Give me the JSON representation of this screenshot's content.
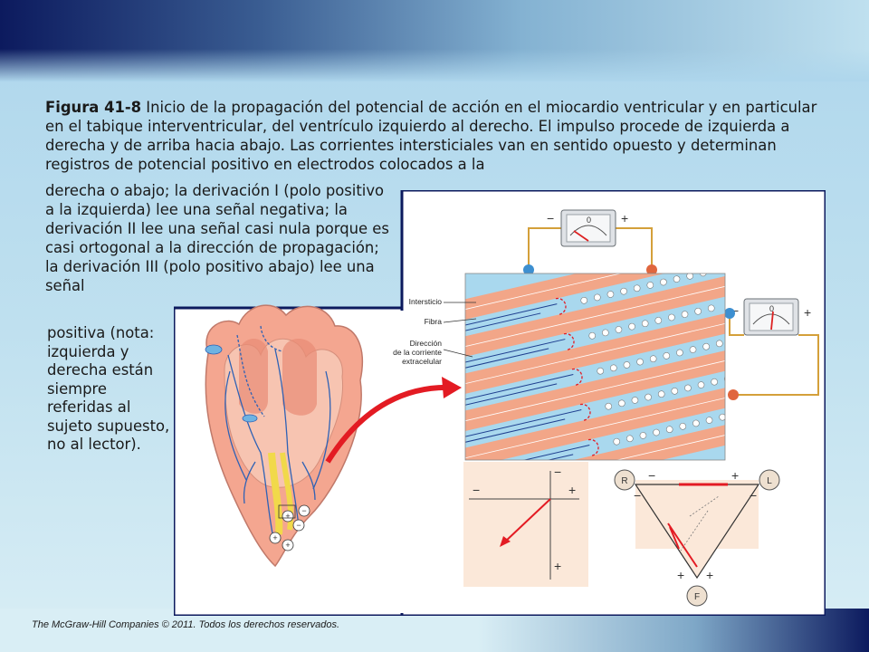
{
  "caption": {
    "figure_label": "Figura 41-8",
    "text_line1": " Inicio de la propagación del potencial de acción en el miocardio ventricular y en particular en el tabique interventricular, del ventrículo izquierdo al derecho. El impulso procede de izquierda a derecha y de arriba hacia abajo. Las corrientes intersticiales van en sentido opuesto y determinan registros de potencial positivo en electrodos colocados a la",
    "text_line2": "derecha o abajo; la derivación I (polo positivo a la izquierda) lee una señal negativa; la derivación II lee una señal casi nula porque es casi ortogonal a la dirección de propagación; la derivación III (polo positivo abajo) lee una señal",
    "text_line3": "positiva (nota: izquierda y derecha están siempre referidas al sujeto supuesto, no al lector)."
  },
  "figure": {
    "meter_zero": "0",
    "meter_minus": "−",
    "meter_plus": "+",
    "label_interstitium": "Intersticio",
    "label_fiber": "Fibra",
    "label_direction_1": "Dirección",
    "label_direction_2": "de la corriente",
    "label_direction_3": "extracelular",
    "axis_minus": "−",
    "axis_plus": "+",
    "lead_R": "R",
    "lead_L": "L",
    "lead_F": "F"
  },
  "footer": {
    "copyright": "The McGraw-Hill Companies © 2011. Todos los derechos reservados."
  },
  "colors": {
    "accent_navy": "#0c1a5e",
    "arrow_red": "#e31b23",
    "fiber_salmon": "#f2a688",
    "interstitium_blue": "#a9d8ee"
  }
}
